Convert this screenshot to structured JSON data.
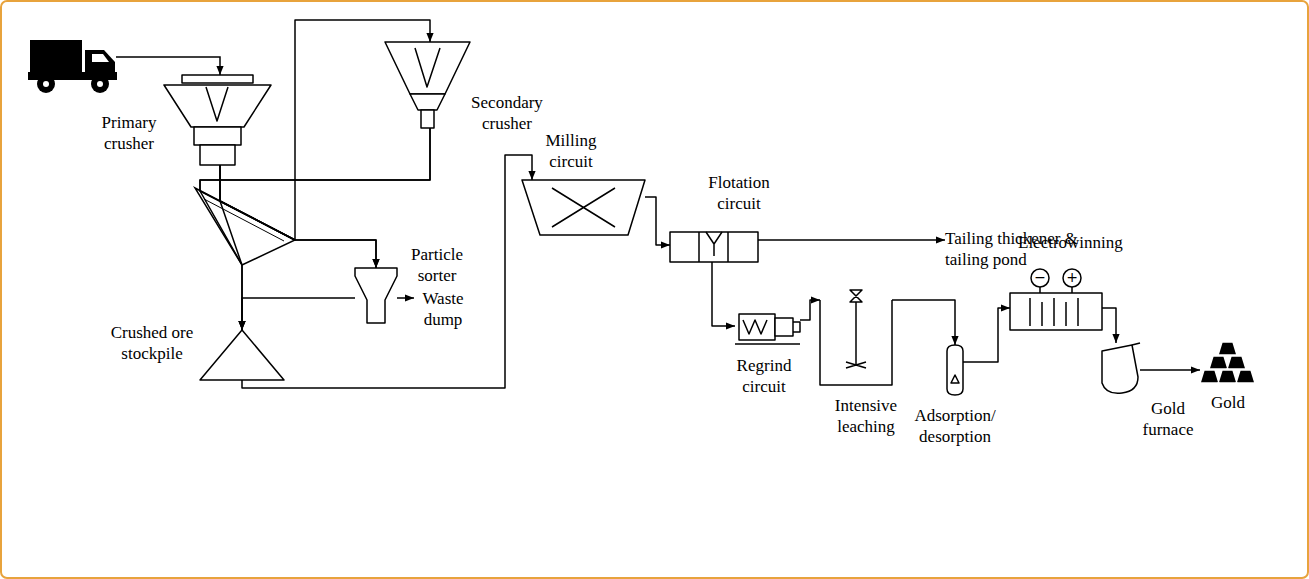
{
  "diagram": {
    "nodes": [
      {
        "text": [
          "Primary crusher"
        ]
      },
      {
        "text": [
          "Secondary crusher"
        ]
      },
      {
        "text": [
          "Particle sorter"
        ]
      },
      {
        "text": [
          "Waste dump"
        ]
      },
      {
        "text": [
          "Crushed ore stockpile"
        ]
      },
      {
        "text": [
          "Milling circuit"
        ]
      },
      {
        "text": [
          "Flotation circuit"
        ]
      },
      {
        "text": [
          "Tailing thickener & tailing pond"
        ]
      },
      {
        "text": [
          "Regrind circuit"
        ]
      },
      {
        "text": [
          "Intensive leaching"
        ]
      },
      {
        "text": [
          "Adsorption/ desorption"
        ]
      },
      {
        "text": [
          "Electrowinning"
        ]
      },
      {
        "text": [
          "Gold furnace"
        ]
      },
      {
        "text": [
          "Gold"
        ]
      }
    ],
    "edges": [
      {
        "from": 0,
        "to": 1,
        "arrow": "to"
      },
      {
        "from": 0,
        "to": 2,
        "arrow": "to"
      },
      {
        "from": 0,
        "to": 4,
        "arrow": "to"
      },
      {
        "from": 1,
        "to": 2,
        "arrow": "to"
      },
      {
        "from": 1,
        "to": 4,
        "arrow": "to"
      },
      {
        "from": 2,
        "to": 3,
        "arrow": "to"
      },
      {
        "from": 2,
        "to": 4,
        "arrow": "to"
      },
      {
        "from": 4,
        "to": 5,
        "arrow": "to"
      },
      {
        "from": 5,
        "to": 6,
        "arrow": "to"
      },
      {
        "from": 6,
        "to": 7,
        "arrow": "to"
      },
      {
        "from": 6,
        "to": 8,
        "arrow": "to"
      },
      {
        "from": 8,
        "to": 9,
        "arrow": "to"
      },
      {
        "from": 9,
        "to": 10,
        "arrow": "to"
      },
      {
        "from": 10,
        "to": 11,
        "arrow": "to"
      },
      {
        "from": 11,
        "to": 12,
        "arrow": "to"
      },
      {
        "from": 12,
        "to": 13,
        "arrow": "to"
      }
    ],
    "labels": [
      "−",
      "+"
    ]
  }
}
